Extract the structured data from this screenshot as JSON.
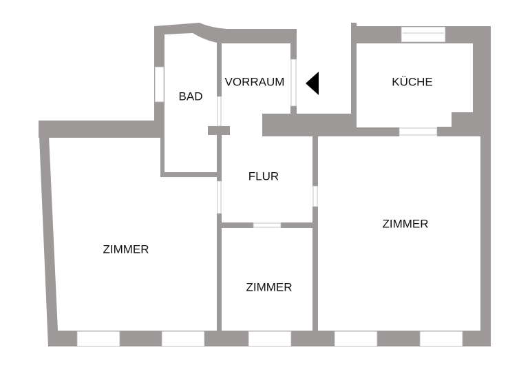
{
  "plan": {
    "rooms": {
      "bad": "BAD",
      "vorraum": "VORRAUM",
      "kueche": "KÜCHE",
      "flur": "FLUR",
      "zimmer_left": "ZIMMER",
      "zimmer_middle": "ZIMMER",
      "zimmer_right": "ZIMMER"
    },
    "entrance_icon": "entrance-arrow-icon",
    "colors": {
      "wall": "#9c9998",
      "background": "#ffffff",
      "text": "#111111"
    }
  }
}
